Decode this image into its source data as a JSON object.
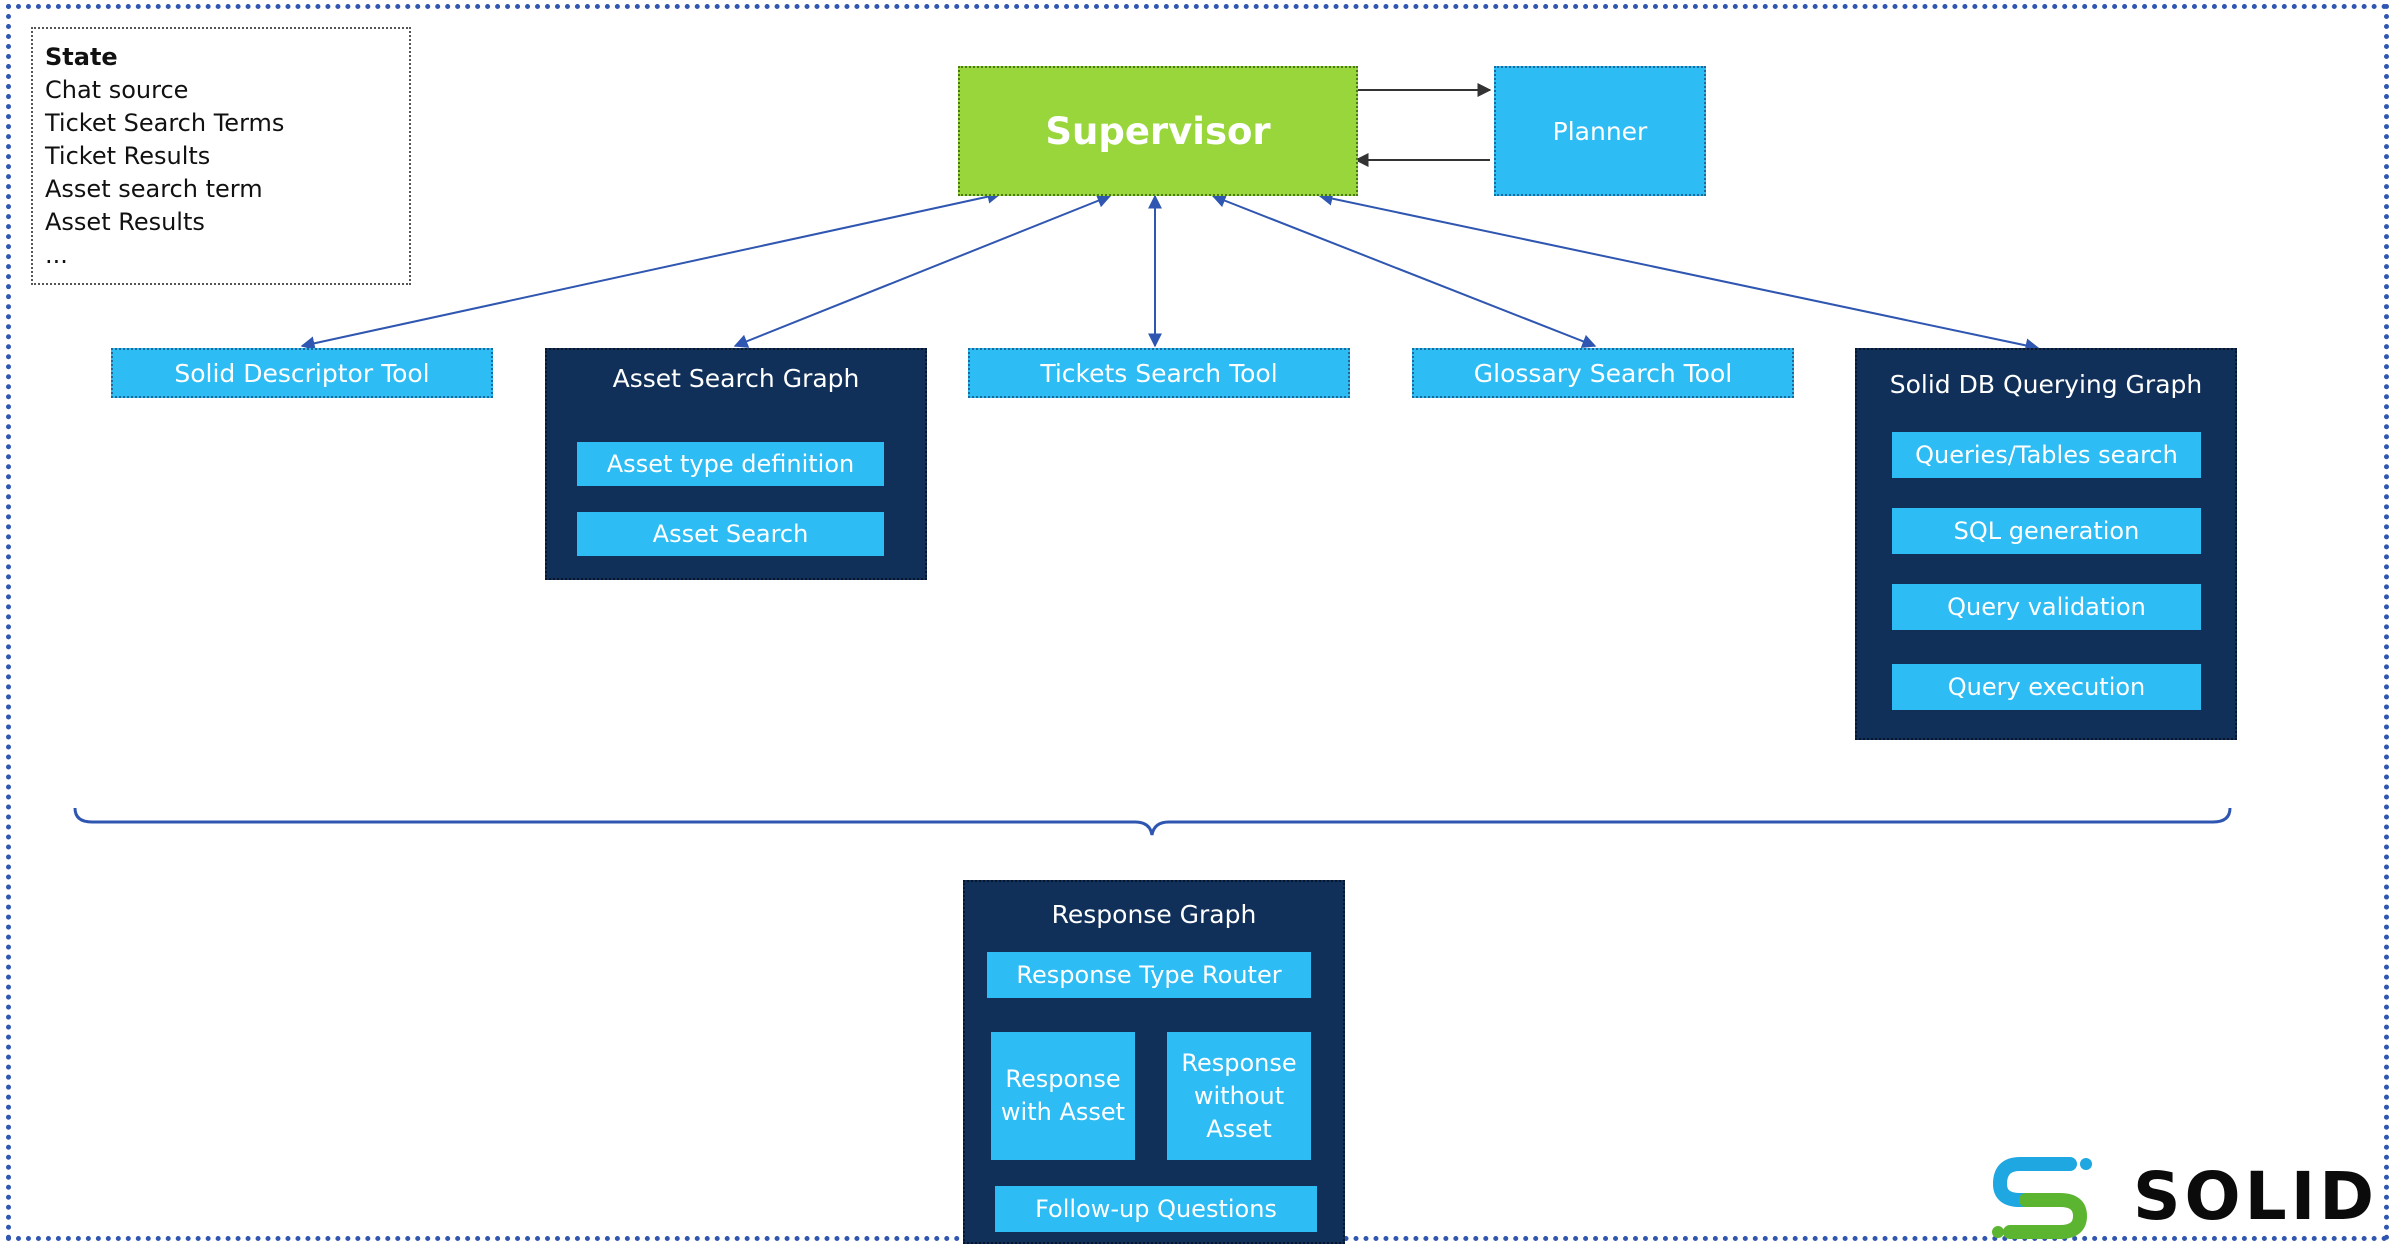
{
  "state": {
    "title": "State",
    "lines": [
      "Chat source",
      "Ticket Search Terms",
      "Ticket Results",
      "Asset search term",
      "Asset Results",
      "..."
    ]
  },
  "supervisor": "Supervisor",
  "planner": "Planner",
  "tools": {
    "solid_descriptor": "Solid Descriptor Tool",
    "tickets_search": "Tickets Search Tool",
    "glossary_search": "Glossary Search Tool"
  },
  "asset_graph": {
    "title": "Asset Search Graph",
    "steps": [
      "Asset type definition",
      "Asset Search"
    ]
  },
  "db_graph": {
    "title": "Solid DB Querying Graph",
    "steps": [
      "Queries/Tables search",
      "SQL generation",
      "Query validation",
      "Query execution"
    ]
  },
  "response_graph": {
    "title": "Response Graph",
    "router": "Response Type Router",
    "with_asset": "Response with Asset",
    "without_asset": "Response without Asset",
    "followup": "Follow-up Questions"
  },
  "logo": {
    "text": "SOLID",
    "colors": {
      "green": "#5cb531",
      "blue": "#1ea7e0",
      "dark": "#0b0b0b"
    }
  },
  "colors": {
    "accent_blue": "#2dbcf4",
    "navy": "#10305a",
    "green": "#99d63c",
    "arrow": "#2f56b0"
  }
}
